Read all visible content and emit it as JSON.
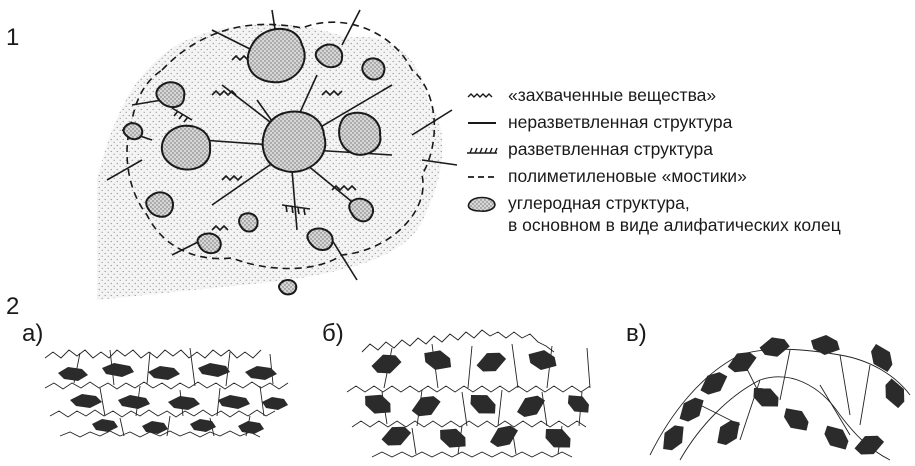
{
  "panel_labels": {
    "part1": "1",
    "part2": "2",
    "a": "а)",
    "b": "б)",
    "v": "в)"
  },
  "legend": [
    {
      "symbol": "wavy-line-icon",
      "text": "«захваченные вещества»"
    },
    {
      "symbol": "solid-line-icon",
      "text": "неразветвленная структура"
    },
    {
      "symbol": "branched-line-icon",
      "text": "разветвленная структура"
    },
    {
      "symbol": "dashed-line-icon",
      "text": "полиметиленовые «мостики»"
    },
    {
      "symbol": "dotted-blob-icon",
      "text": "углеродная структура,",
      "text2": "в основном в виде алифатических колец"
    }
  ],
  "colors": {
    "ink": "#1a1a1a",
    "fill_dark": "#2b2b2b",
    "stipple_bg": "#e6e6e6"
  }
}
